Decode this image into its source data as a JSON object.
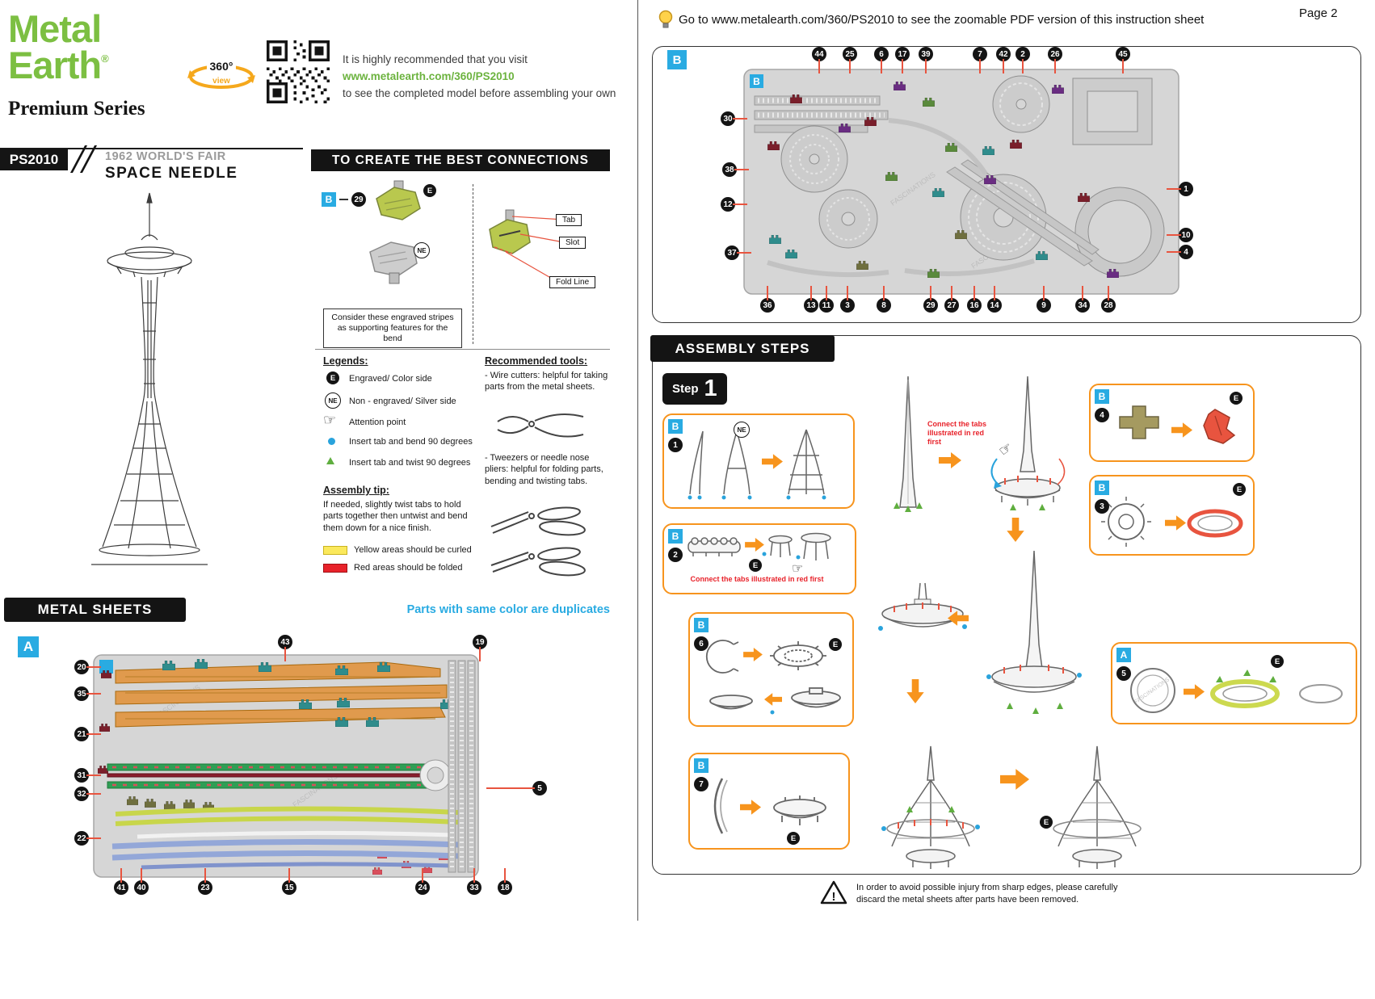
{
  "watermark": "FASCINATIONS",
  "left": {
    "logo": {
      "line1": "Metal",
      "line2": "Earth",
      "reg": "®",
      "series": "Premium Series"
    },
    "badge360": {
      "deg": "360°",
      "view": "view"
    },
    "intro": {
      "l1": "It is highly recommended that you visit",
      "link": "www.metalearth.com/360/PS2010",
      "l2": "to see the completed model before assembling your own"
    },
    "title": {
      "sku": "PS2010",
      "event": "1962 WORLD'S FAIR",
      "model": "SPACE NEEDLE"
    },
    "connections": {
      "header": "TO CREATE THE BEST CONNECTIONS",
      "b": "B",
      "part": "29",
      "e": "E",
      "ne": "NE",
      "tab": "Tab",
      "slot": "Slot",
      "fold_line": "Fold Line",
      "stripes_note": "Consider these engraved stripes as supporting features for the bend",
      "legends_title": "Legends:",
      "legend_e": "Engraved/ Color side",
      "legend_ne": "Non - engraved/ Silver side",
      "legend_attention": "Attention point",
      "legend_bend": "Insert tab and bend 90 degrees",
      "legend_twist": "Insert tab and twist 90 degrees",
      "tip_title": "Assembly tip:",
      "tip_text": "If needed, slightly twist tabs to hold parts together then untwist and bend them down for a nice finish.",
      "yellow_note": "Yellow areas should be curled",
      "red_note": "Red areas should be folded",
      "tools_title": "Recommended tools:",
      "tool_cutters": "- Wire cutters: helpful for taking parts from the metal sheets.",
      "tool_tweezers": "- Tweezers or needle nose pliers: helpful for folding parts, bending and twisting tabs."
    },
    "sheets": {
      "header": "METAL SHEETS",
      "duplicates_note": "Parts with same color are duplicates",
      "label": "A",
      "callouts": {
        "c43": "43",
        "c19": "19",
        "c20": "20",
        "c35": "35",
        "c21": "21",
        "c31": "31",
        "c32": "32",
        "c22": "22",
        "c5": "5",
        "c41": "41",
        "c40": "40",
        "c23": "23",
        "c15": "15",
        "c24": "24",
        "c33": "33",
        "c18": "18"
      }
    }
  },
  "right": {
    "page_number": "Page 2",
    "top_note": "Go to www.metalearth.com/360/PS2010 to see the zoomable PDF version of this instruction sheet",
    "sheet_b": {
      "label": "B",
      "callouts": {
        "c44": "44",
        "c25": "25",
        "c6": "6",
        "c17": "17",
        "c39": "39",
        "c7": "7",
        "c42": "42",
        "c2": "2",
        "c26": "26",
        "c45": "45",
        "c30": "30",
        "c38": "38",
        "c12": "12",
        "c37": "37",
        "c36": "36",
        "c13": "13",
        "c11": "11",
        "c3": "3",
        "c8": "8",
        "c29": "29",
        "c27": "27",
        "c16": "16",
        "c14": "14",
        "c9": "9",
        "c34": "34",
        "c28": "28",
        "c1": "1",
        "c10": "10",
        "c4": "4"
      }
    },
    "assembly": {
      "header": "ASSEMBLY STEPS",
      "step_word": "Step",
      "step_num": "1",
      "b": "B",
      "a": "A",
      "e": "E",
      "ne": "NE",
      "steps": {
        "s1": "1",
        "s2": "2",
        "s3": "3",
        "s4": "4",
        "s5": "5",
        "s6": "6",
        "s7": "7"
      },
      "connect_note": "Connect the tabs illustrated in red first"
    },
    "warning": "In order to avoid possible injury from sharp edges, please carefully discard the metal sheets after parts have been removed.",
    "warning_mark": "!"
  }
}
